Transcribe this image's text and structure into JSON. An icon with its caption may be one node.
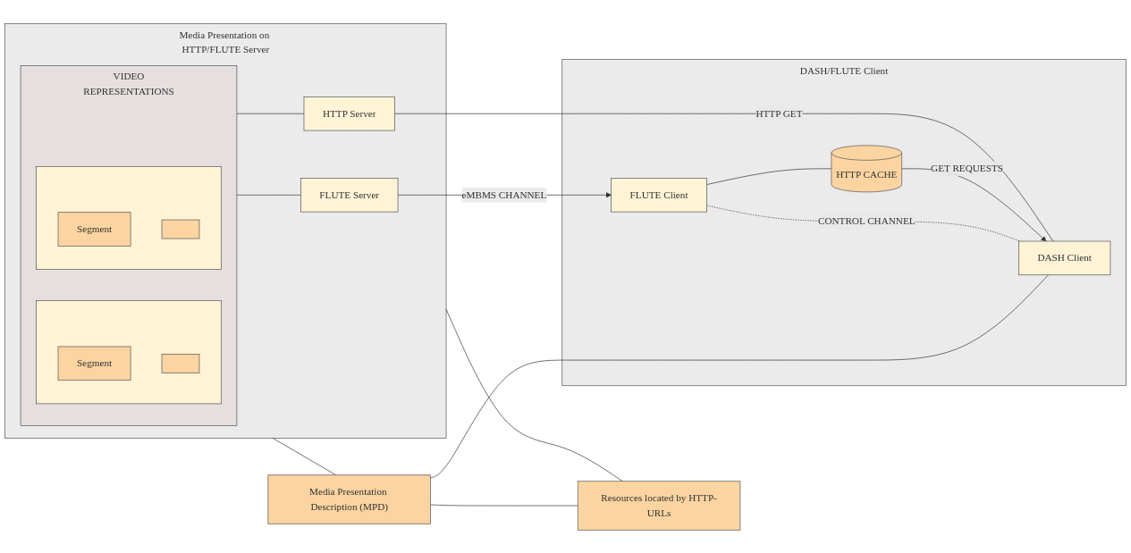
{
  "diagram": {
    "nodes": [
      {
        "text": [
          "Media Presentation on HTTP/FLUTE Server"
        ]
      },
      {
        "text": [
          "VIDEO",
          "REPRESENTATIONS"
        ],
        "in": 0
      },
      {
        "text": [],
        "shape": "box",
        "in": 1
      },
      {
        "text": [
          "Segment"
        ],
        "in": 2
      },
      {
        "text": [],
        "shape": "box",
        "in": 2
      },
      {
        "text": [],
        "shape": "box",
        "in": 1
      },
      {
        "text": [
          "Segment"
        ],
        "in": 5
      },
      {
        "text": [],
        "shape": "box",
        "in": 5
      },
      {
        "text": [
          "HTTP Server"
        ],
        "in": 0
      },
      {
        "text": [
          "FLUTE Server"
        ],
        "in": 0
      },
      {
        "text": [
          "Media Presentation Description (MPD)"
        ]
      },
      {
        "text": [
          "Resources located by HTTP-URLs"
        ]
      },
      {
        "text": [
          "DASH/FLUTE Client"
        ]
      },
      {
        "text": [
          "FLUTE Client"
        ],
        "in": 12
      },
      {
        "text": [
          "HTTP CACHE"
        ],
        "in": 12
      },
      {
        "text": [
          "DASH Client"
        ],
        "in": 12
      }
    ],
    "edges": [
      {
        "from": 0,
        "to": 10,
        "arrow": "none"
      },
      {
        "from": 1,
        "to": 8,
        "arrow": "none"
      },
      {
        "from": 1,
        "to": 9,
        "arrow": "none"
      },
      {
        "from": 10,
        "to": 11,
        "arrow": "none"
      },
      {
        "from": 0,
        "to": 11,
        "arrow": "none"
      },
      {
        "from": 10,
        "to": 15,
        "arrow": "none"
      },
      {
        "from": 9,
        "to": 13,
        "label": "eMBMS CHANNEL",
        "arrow": "to"
      },
      {
        "from": 13,
        "to": 15,
        "label": "CONTROL CHANNEL",
        "arrow": "none",
        "style": "dashed"
      },
      {
        "from": 13,
        "to": 14,
        "arrow": "none"
      },
      {
        "from": 14,
        "to": 15,
        "label": "GET REQUESTS",
        "arrow": "to"
      },
      {
        "from": 8,
        "to": 15,
        "label": "HTTP GET",
        "arrow": "none"
      }
    ]
  }
}
